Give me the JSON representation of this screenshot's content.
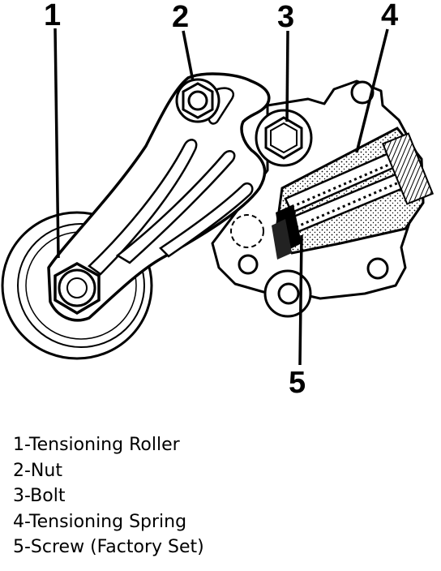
{
  "callouts": [
    {
      "number": "1"
    },
    {
      "number": "2"
    },
    {
      "number": "3"
    },
    {
      "number": "4"
    },
    {
      "number": "5"
    }
  ],
  "legend": [
    "1-Tensioning Roller",
    "2-Nut",
    "3-Bolt",
    "4-Tensioning Spring",
    "5-Screw (Factory Set)"
  ],
  "colors": {
    "line": "#000000",
    "background": "#ffffff"
  }
}
